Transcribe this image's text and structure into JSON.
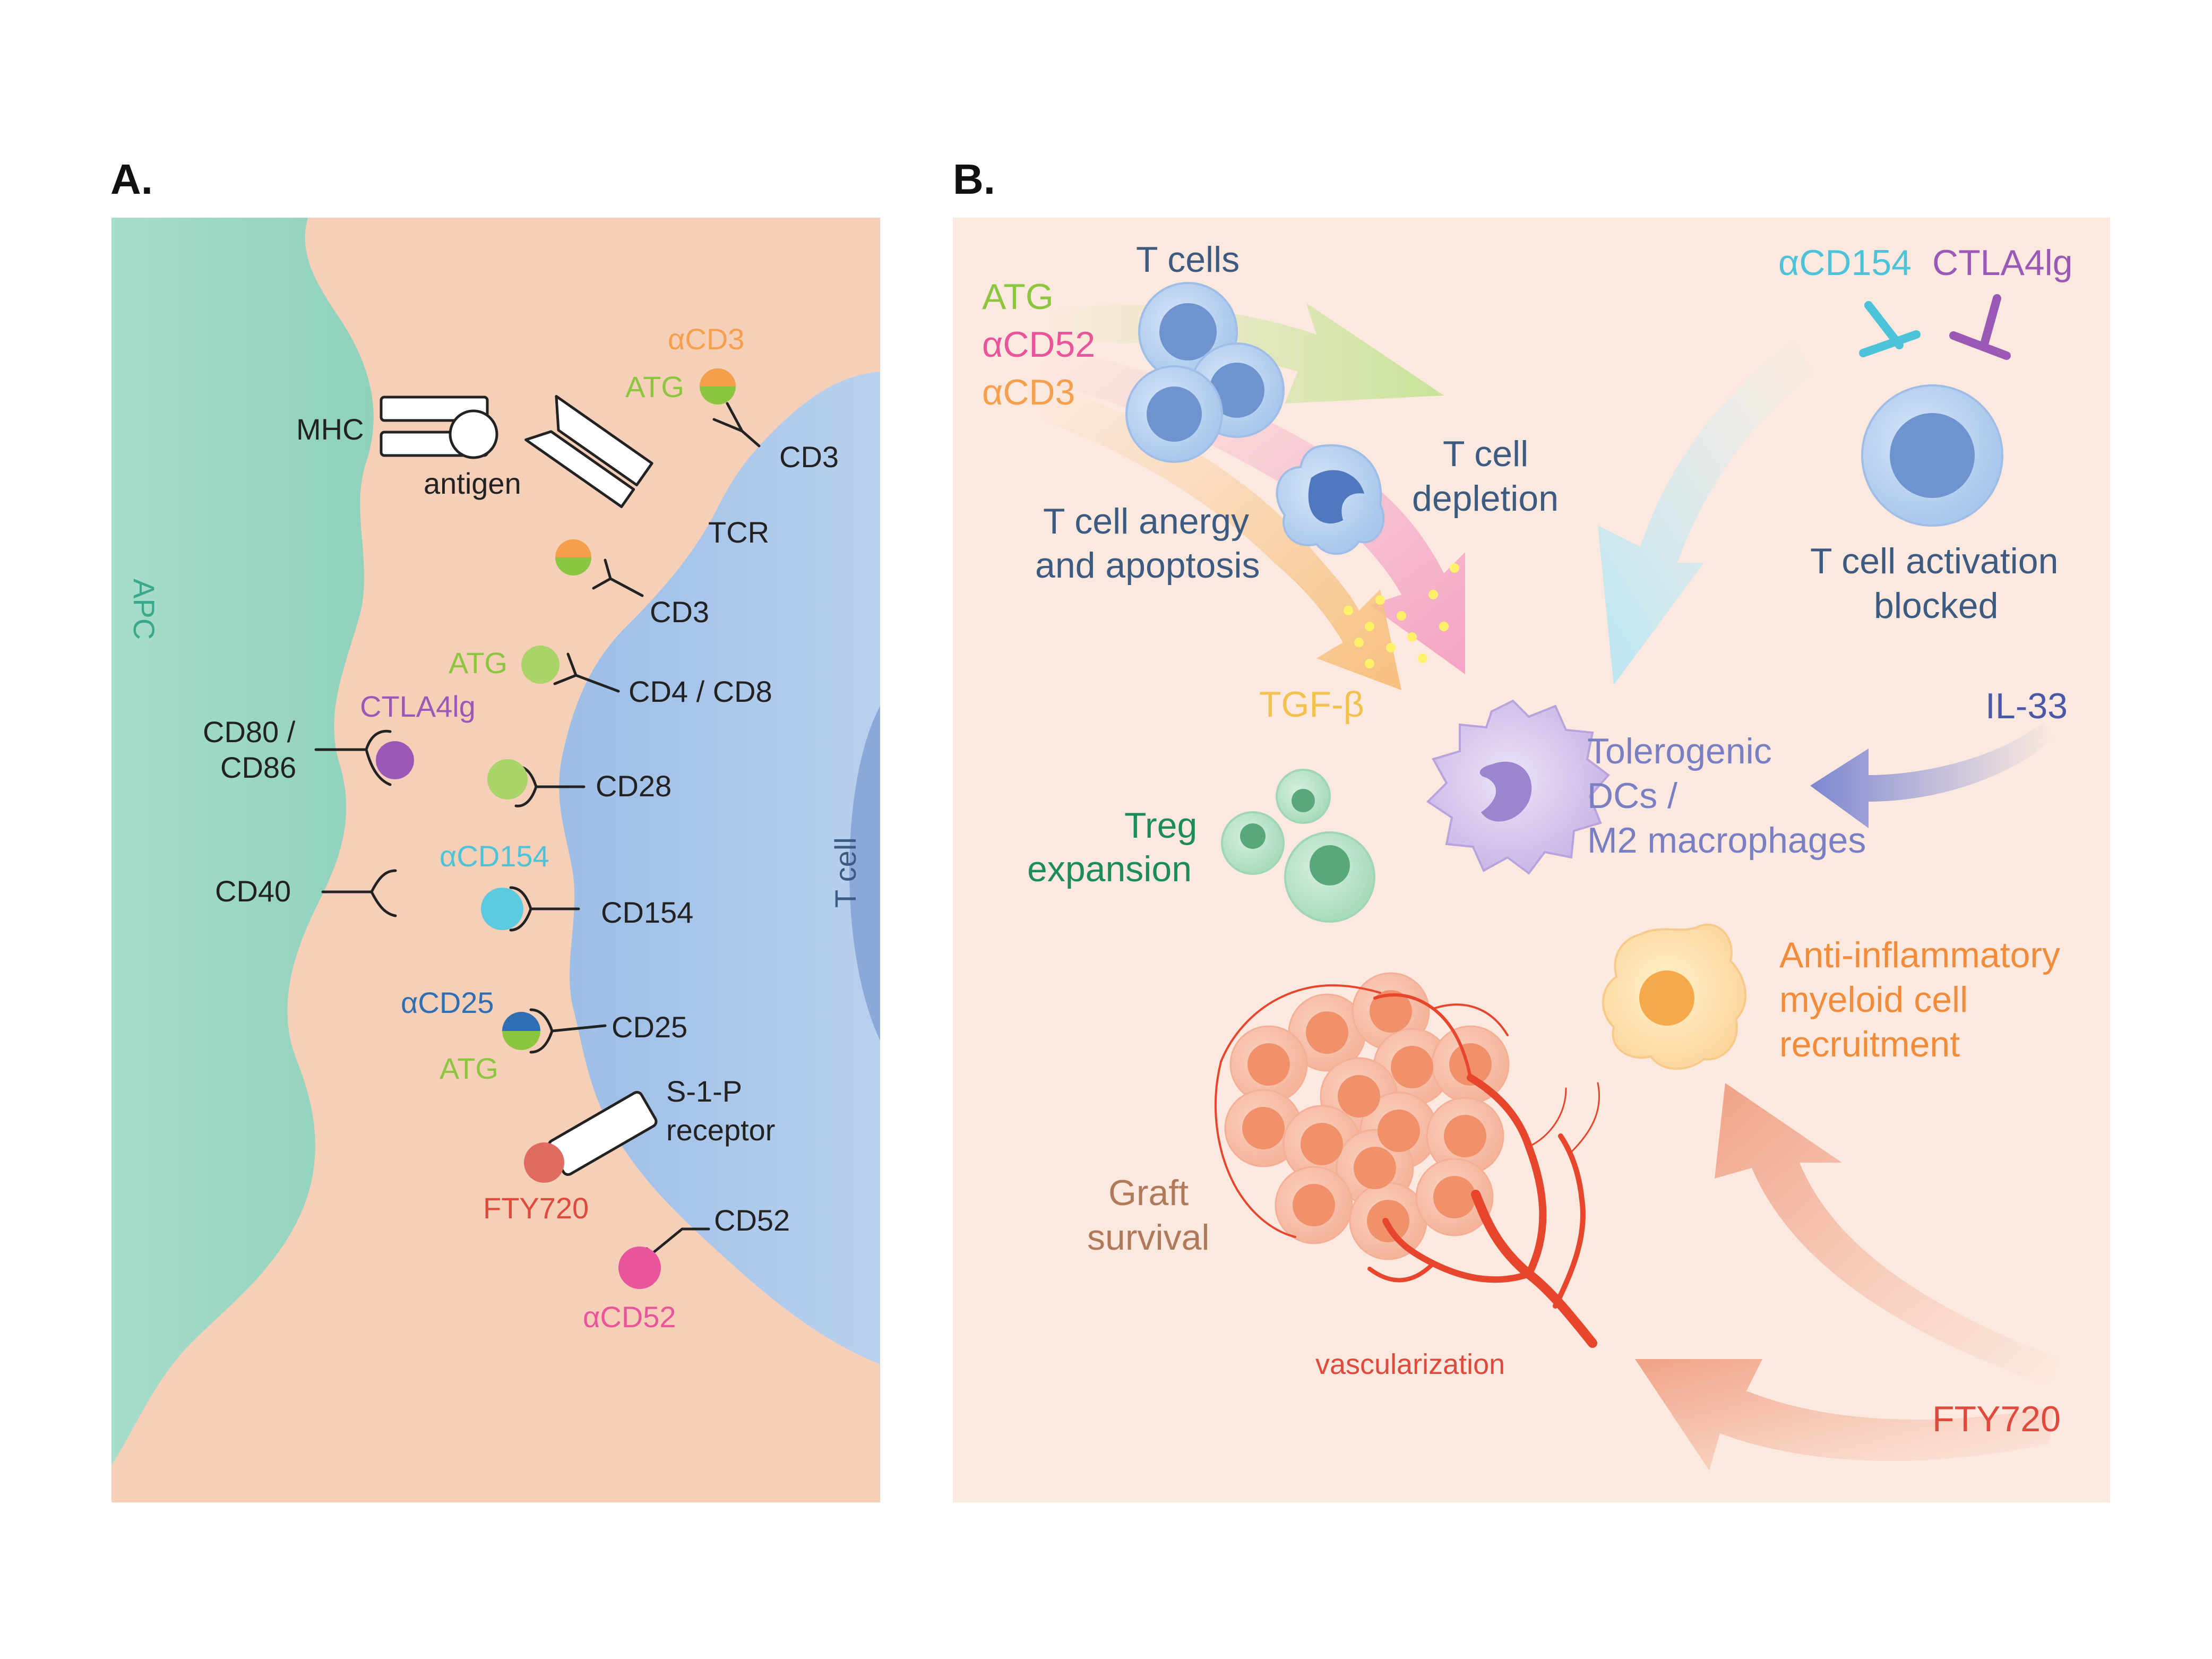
{
  "colors": {
    "apc_green": "#9dd8c5",
    "interface_peach": "#f6cfb9",
    "tcell_blue": "#a7c4e8",
    "panel_b_bg": "#fbe9df",
    "atg_green": "#8cc63f",
    "acd3_orange": "#f6a04d",
    "acd52_pink": "#e8559a",
    "ctla4ig_purple": "#9b59b6",
    "acd154_cyan": "#4dc3d9",
    "acd25_blue": "#2e6fb3",
    "fty720_red": "#e04a3c",
    "dark_blue_text": "#3d5a80",
    "treg_green": "#1e8c5a",
    "graft_brown": "#b07a5a",
    "myeloid_orange": "#f28c3a"
  },
  "panel_a": {
    "letter": "A.",
    "apc_label": "APC",
    "tcell_label": "T cell",
    "labels": {
      "acd3_top": "αCD3",
      "atg_top": "ATG",
      "mhc": "MHC",
      "cd3_top": "CD3",
      "antigen": "antigen",
      "tcr": "TCR",
      "cd3_mid": "CD3",
      "atg_cd4": "ATG",
      "cd4_cd8": "CD4 / CD8",
      "cd80_line1": "CD80 /",
      "cd80_line2": "CD86",
      "ctla4ig": "CTLA4lg",
      "cd28": "CD28",
      "cd40": "CD40",
      "acd154": "αCD154",
      "cd154": "CD154",
      "acd25": "αCD25",
      "cd25": "CD25",
      "atg_cd25": "ATG",
      "s1p_line1": "S-1-P",
      "s1p_line2": "receptor",
      "fty720": "FTY720",
      "cd52": "CD52",
      "acd52": "αCD52"
    }
  },
  "panel_b": {
    "letter": "B.",
    "t_cells": "T cells",
    "drug_atg": "ATG",
    "drug_acd52": "αCD52",
    "drug_acd3": "αCD3",
    "t_cell_depletion_line1": "T cell",
    "t_cell_depletion_line2": "depletion",
    "anergy_line1": "T cell anergy",
    "anergy_line2": "and apoptosis",
    "tgf_beta": "TGF-β",
    "acd154": "αCD154",
    "ctla4ig": "CTLA4lg",
    "activation_blocked_line1": "T cell activation",
    "activation_blocked_line2": "blocked",
    "il33": "IL-33",
    "tolerogenic_line1": "Tolerogenic",
    "tolerogenic_line2": "DCs /",
    "tolerogenic_line3": "M2 macrophages",
    "treg_line1": "Treg",
    "treg_line2": "expansion",
    "myeloid_line1": "Anti-inflammatory",
    "myeloid_line2": "myeloid cell",
    "myeloid_line3": "recruitment",
    "graft_line1": "Graft",
    "graft_line2": "survival",
    "vascularization": "vascularization",
    "fty720": "FTY720"
  }
}
